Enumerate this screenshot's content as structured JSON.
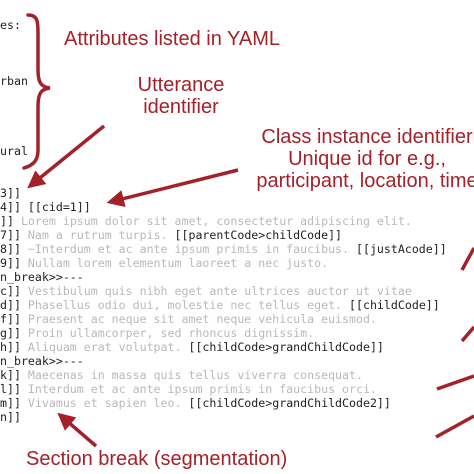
{
  "colors": {
    "annotation": "#a5212a",
    "code": "#222222",
    "muted_code": "#b9b9b9"
  },
  "code_lines": [
    {
      "segments": [
        {
          "text": "es:",
          "muted": false
        }
      ]
    },
    {
      "segments": [
        {
          "text": "",
          "muted": false
        }
      ]
    },
    {
      "segments": [
        {
          "text": "",
          "muted": false
        }
      ]
    },
    {
      "segments": [
        {
          "text": "",
          "muted": false
        }
      ]
    },
    {
      "segments": [
        {
          "text": "rban",
          "muted": false
        }
      ]
    },
    {
      "segments": [
        {
          "text": "",
          "muted": false
        }
      ]
    },
    {
      "segments": [
        {
          "text": "",
          "muted": false
        }
      ]
    },
    {
      "segments": [
        {
          "text": "",
          "muted": false
        }
      ]
    },
    {
      "segments": [
        {
          "text": "",
          "muted": false
        }
      ]
    },
    {
      "segments": [
        {
          "text": "ural",
          "muted": false
        }
      ]
    },
    {
      "segments": [
        {
          "text": "",
          "muted": false
        }
      ]
    },
    {
      "segments": [
        {
          "text": "",
          "muted": false
        }
      ]
    },
    {
      "segments": [
        {
          "text": "3]]",
          "muted": false
        }
      ]
    },
    {
      "segments": [
        {
          "text": "4]] [[cid=1]]",
          "muted": false
        }
      ]
    },
    {
      "segments": [
        {
          "text": "]] ",
          "muted": false
        },
        {
          "text": "Lorem ipsum dolor sit amet, consectetur adipiscing elit.",
          "muted": true
        }
      ]
    },
    {
      "segments": [
        {
          "text": "7]] ",
          "muted": false
        },
        {
          "text": "Nam a rutrum turpis. ",
          "muted": true
        },
        {
          "text": "[[parentCode>childCode]]",
          "muted": false
        }
      ]
    },
    {
      "segments": [
        {
          "text": "8]] ",
          "muted": false
        },
        {
          "text": "~Interdum et ac ante ipsum primis in faucibus. ",
          "muted": true
        },
        {
          "text": "[[justAcode]]",
          "muted": false
        }
      ]
    },
    {
      "segments": [
        {
          "text": "9]] ",
          "muted": false
        },
        {
          "text": "Nullam lorem elementum laoreet a nec justo.",
          "muted": true
        }
      ]
    },
    {
      "segments": [
        {
          "text": "n_break>>---",
          "muted": false
        }
      ]
    },
    {
      "segments": [
        {
          "text": "c]] ",
          "muted": false
        },
        {
          "text": "Vestibulum quis nibh eget ante ultrices auctor ut vitae",
          "muted": true
        }
      ]
    },
    {
      "segments": [
        {
          "text": "d]] ",
          "muted": false
        },
        {
          "text": "Phasellus odio dui, molestie nec tellus eget. ",
          "muted": true
        },
        {
          "text": "[[childCode]]",
          "muted": false
        }
      ]
    },
    {
      "segments": [
        {
          "text": "f]] ",
          "muted": false
        },
        {
          "text": "Praesent ac neque sit amet neque vehicula euismod.",
          "muted": true
        }
      ]
    },
    {
      "segments": [
        {
          "text": "g]] ",
          "muted": false
        },
        {
          "text": "Proin ullamcorper, sed rhoncus dignissim.",
          "muted": true
        }
      ]
    },
    {
      "segments": [
        {
          "text": "h]] ",
          "muted": false
        },
        {
          "text": "Aliquam erat volutpat. ",
          "muted": true
        },
        {
          "text": "[[childCode>grandChildCode]]",
          "muted": false
        }
      ]
    },
    {
      "segments": [
        {
          "text": "n_break>>---",
          "muted": false
        }
      ]
    },
    {
      "segments": [
        {
          "text": "k]] ",
          "muted": false
        },
        {
          "text": "Maecenas in massa quis tellus viverra consequat.",
          "muted": true
        }
      ]
    },
    {
      "segments": [
        {
          "text": "l]] ",
          "muted": false
        },
        {
          "text": "Interdum et ac ante ipsum primis in faucibus orci.",
          "muted": true
        }
      ]
    },
    {
      "segments": [
        {
          "text": "m]] ",
          "muted": false
        },
        {
          "text": "Vivamus et sapien leo. ",
          "muted": true
        },
        {
          "text": "[[childCode>grandChildCode2]]",
          "muted": false
        }
      ]
    },
    {
      "segments": [
        {
          "text": "n]]",
          "muted": false
        }
      ]
    }
  ],
  "annotations": {
    "attributes": "Attributes listed in YAML",
    "utterance_id": [
      "Utterance",
      "identifier"
    ],
    "class_instance": [
      "Class instance identifier",
      "Unique id for e.g.,",
      "participant, location, time"
    ],
    "section_break": "Section break (segmentation)"
  }
}
